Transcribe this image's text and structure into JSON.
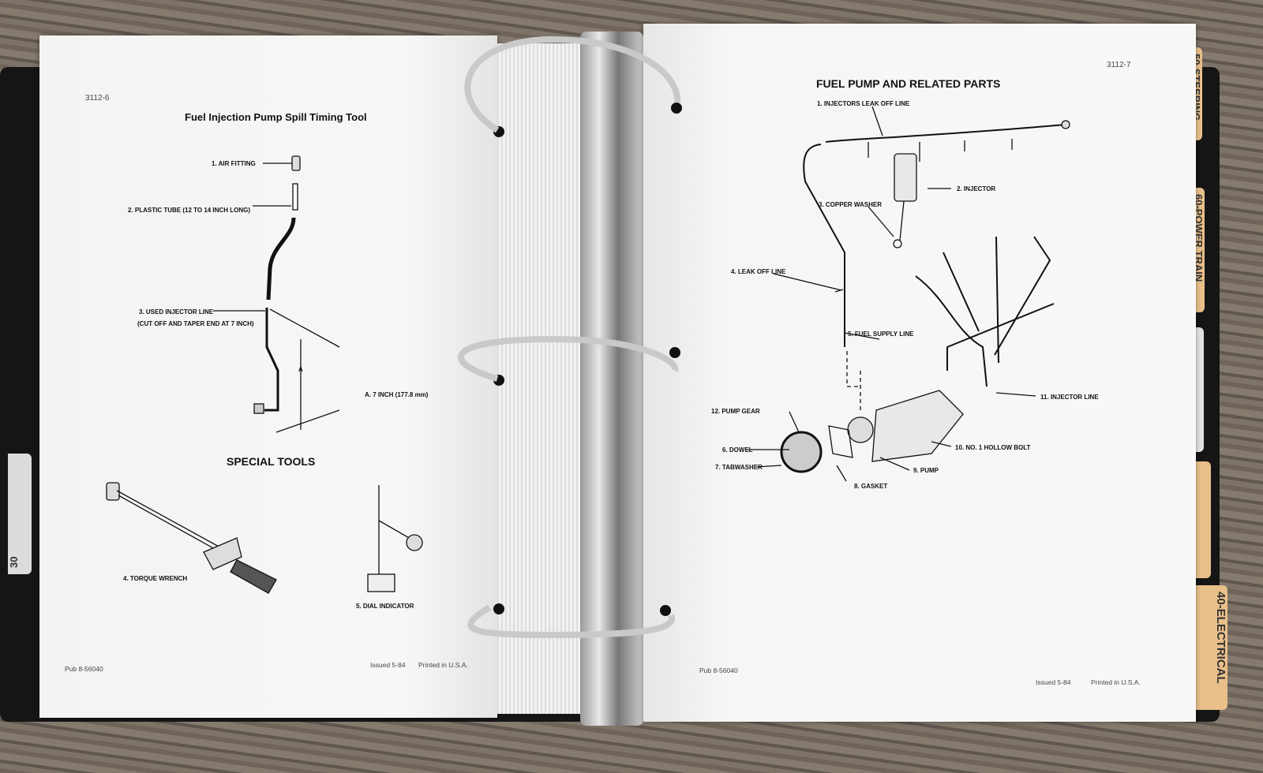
{
  "left_page": {
    "page_number": "3112-6",
    "title": "Fuel Injection Pump Spill Timing Tool",
    "labels": {
      "air_fitting": "1. AIR FITTING",
      "plastic_tube": "2. PLASTIC TUBE (12 TO 14 INCH LONG)",
      "used_injector_line": "3. USED INJECTOR LINE",
      "cut_off_note": "(CUT OFF AND TAPER END AT 7 INCH)",
      "dimension_marker": "A",
      "dimension_a": "A. 7 INCH (177.8 mm)",
      "torque_wrench": "4. TORQUE WRENCH",
      "dial_indicator": "5. DIAL INDICATOR"
    },
    "section_heading": "SPECIAL TOOLS",
    "footer": {
      "pub": "Pub 8-56040",
      "issued": "Issued 5-84",
      "printed": "Printed in U.S.A."
    }
  },
  "right_page": {
    "page_number": "3112-7",
    "title": "FUEL PUMP AND RELATED PARTS",
    "labels": [
      "1. INJECTORS LEAK OFF LINE",
      "2. INJECTOR",
      "3. COPPER WASHER",
      "4. LEAK OFF LINE",
      "5. FUEL SUPPLY LINE",
      "6. DOWEL",
      "7. TABWASHER",
      "8. GASKET",
      "9. PUMP",
      "10. NO. 1 HOLLOW BOLT",
      "11. INJECTOR LINE",
      "12. PUMP GEAR"
    ],
    "footer": {
      "pub": "Pub 8-56040",
      "issued": "Issued 5-84",
      "printed": "Printed in U.S.A."
    }
  },
  "tabs": {
    "left": "30",
    "right": [
      "50-STEERING",
      "60-POWER TRAIN",
      "",
      "",
      "40-ELECTRICAL"
    ]
  },
  "colors": {
    "paper": "#f6f6f4",
    "tab": "#e9c08a",
    "binder": "#151515",
    "ink": "#111111"
  }
}
